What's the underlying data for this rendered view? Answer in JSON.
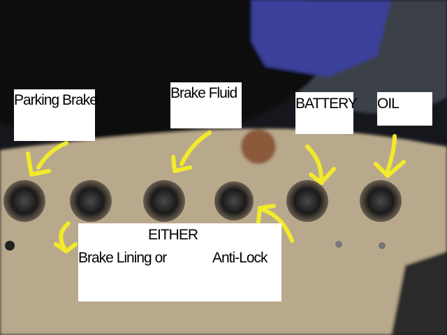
{
  "labels": {
    "parking_brake": "Parking Brake",
    "brake_fluid": "Brake Fluid",
    "battery": "BATTERY",
    "oil": "OIL",
    "either": "EITHER",
    "brake_lining": "Brake Lining  or",
    "anti_lock": "Anti-Lock"
  },
  "colors": {
    "arrow": "#f2ea2a",
    "panel": "#b9a98c",
    "gauge": "#15171c",
    "blue_object": "#3a3f9a"
  }
}
